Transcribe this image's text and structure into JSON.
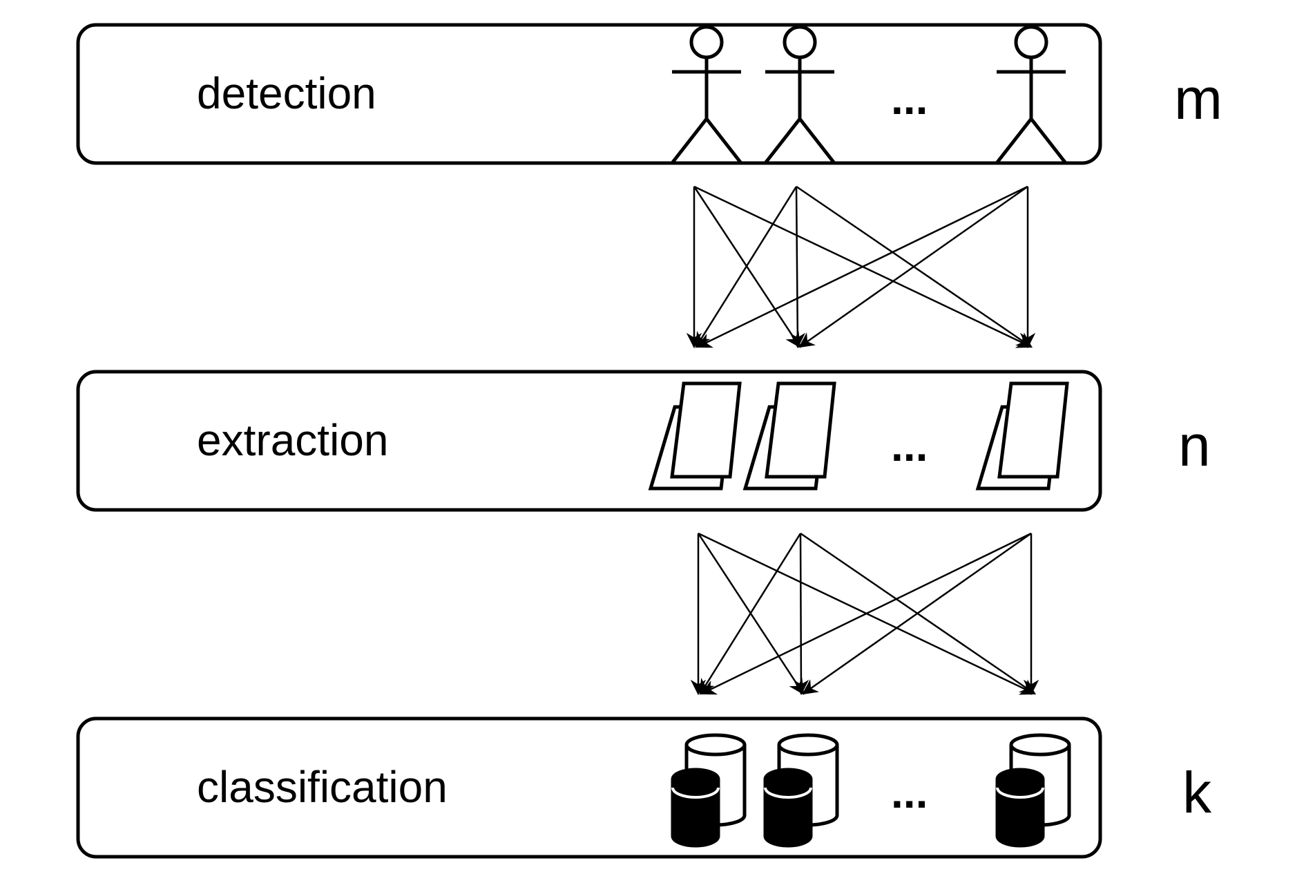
{
  "stages": [
    {
      "label": "detection",
      "count_symbol": "m",
      "icon": "person-icon",
      "ellipsis": "..."
    },
    {
      "label": "extraction",
      "count_symbol": "n",
      "icon": "document-stack-icon",
      "ellipsis": "..."
    },
    {
      "label": "classification",
      "count_symbol": "k",
      "icon": "database-icon",
      "ellipsis": "..."
    }
  ],
  "connections": [
    {
      "from_stage": "detection",
      "to_stage": "extraction",
      "type": "all-to-all"
    },
    {
      "from_stage": "extraction",
      "to_stage": "classification",
      "type": "all-to-all"
    }
  ],
  "colors": {
    "stroke": "#000000",
    "background": "#ffffff"
  }
}
